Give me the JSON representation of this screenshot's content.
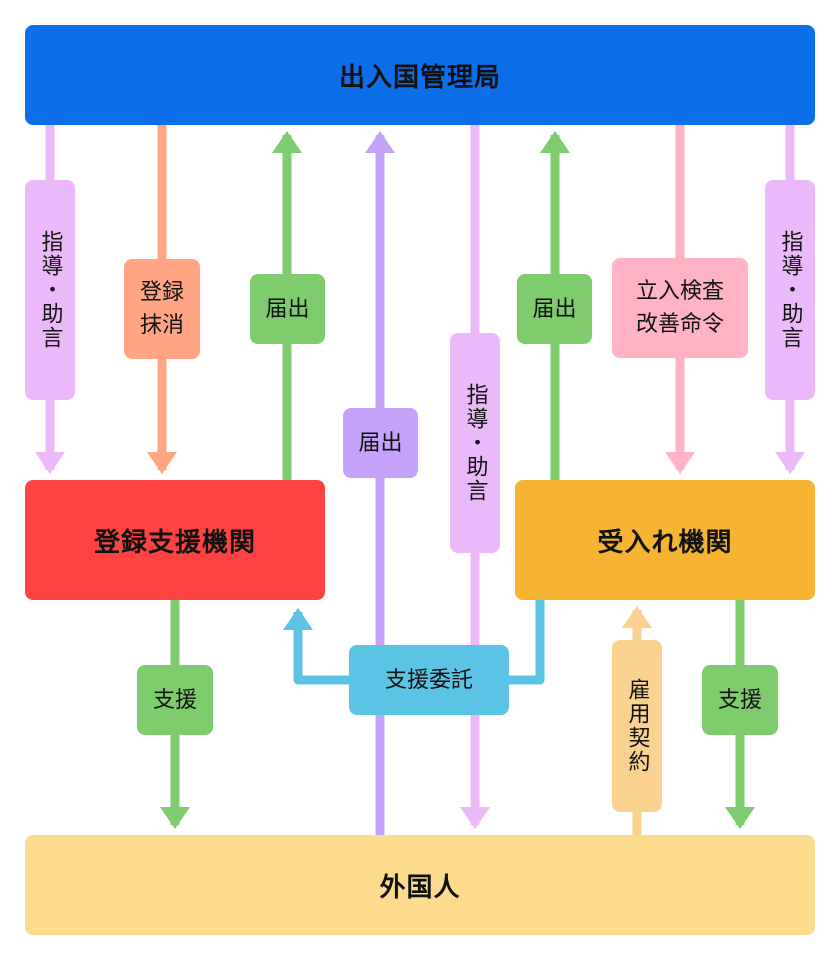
{
  "nodes": {
    "immigration": {
      "label": "出入国管理局",
      "color": "#0c6ee8"
    },
    "support_org": {
      "label": "登録支援機関",
      "color": "#ff4343"
    },
    "host_org": {
      "label": "受入れ機関",
      "color": "#f7b432"
    },
    "foreigner": {
      "label": "外国人",
      "color": "#fddb8e"
    }
  },
  "edges": {
    "guidance_left": {
      "label": "指導・助言",
      "color": "#ebb8fa"
    },
    "deregistration": {
      "label": "登録\n抹消",
      "color": "#ffa584"
    },
    "notify_support": {
      "label": "届出",
      "color": "#7fcc6f"
    },
    "notify_foreigner": {
      "label": "届出",
      "color": "#c5a3fb"
    },
    "guidance_center": {
      "label": "指導・助言",
      "color": "#ebb8fa"
    },
    "notify_host": {
      "label": "届出",
      "color": "#7fcc6f"
    },
    "inspection": {
      "label": "立入検査\n改善命令",
      "color": "#ffb3c5"
    },
    "guidance_right": {
      "label": "指導・助言",
      "color": "#ebb8fa"
    },
    "support_left": {
      "label": "支援",
      "color": "#7fcc6f"
    },
    "entrust": {
      "label": "支援委託",
      "color": "#5bc4e4"
    },
    "employment": {
      "label": "雇用契約",
      "color": "#fbd18f"
    },
    "support_right": {
      "label": "支援",
      "color": "#7fcc6f"
    }
  }
}
